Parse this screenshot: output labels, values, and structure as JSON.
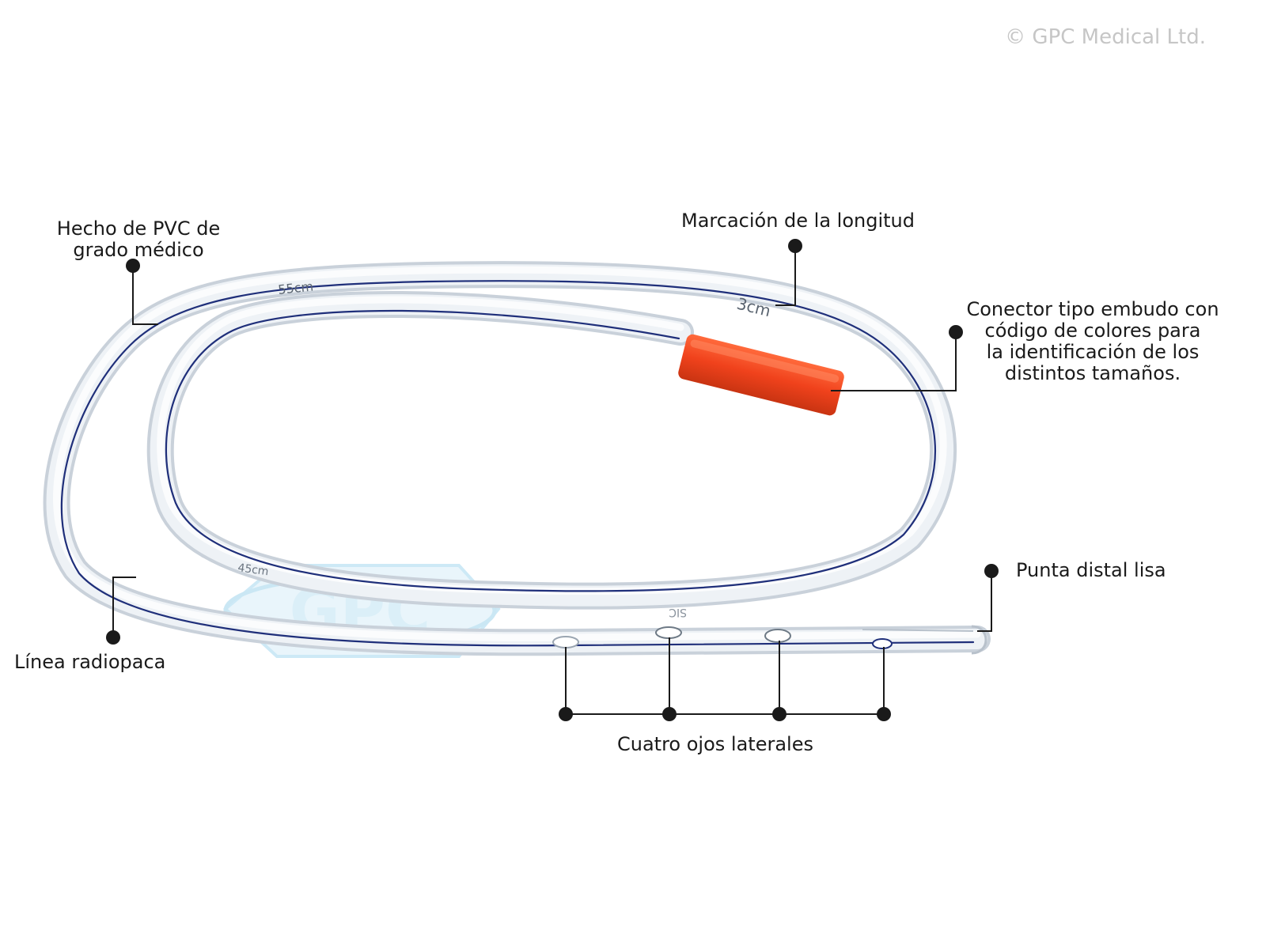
{
  "copyright": "© GPC Medical Ltd.",
  "watermark": "GPC",
  "colors": {
    "tube": "#d9dfe6",
    "tube_highlight": "#f7f9fb",
    "radiopaque_line": "#1f2f7a",
    "connector": "#f0421c",
    "leader": "#1a1a1a",
    "watermark": "#9fd4ec"
  },
  "tube_markings": [
    "55cm",
    "45cm",
    "3cm",
    "SIC"
  ],
  "callouts": {
    "pvc": [
      "Hecho de PVC de",
      "grado médico"
    ],
    "length_marking": "Marcación de la longitud",
    "connector": [
      "Conector tipo embudo con",
      "código de colores para",
      "la identificación de los",
      "distintos tamaños."
    ],
    "tip": "Punta distal lisa",
    "radiopaque": "Línea radiopaca",
    "side_eyes": "Cuatro ojos laterales"
  }
}
